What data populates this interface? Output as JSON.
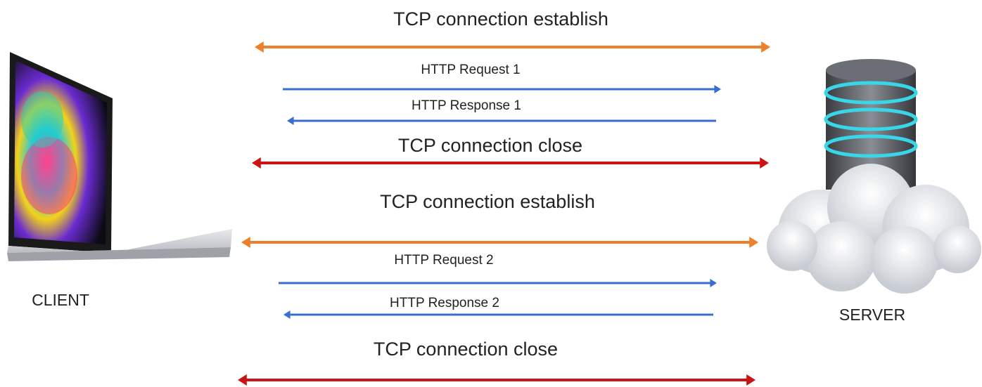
{
  "client": {
    "label": "CLIENT"
  },
  "server": {
    "label": "SERVER"
  },
  "colors": {
    "establish": "#f07f2c",
    "close": "#cc1212",
    "http": "#3a6dd0"
  },
  "messages": [
    {
      "id": "tcp-establish-1",
      "kind": "establish",
      "text": "TCP connection establish",
      "direction": "both"
    },
    {
      "id": "http-request-1",
      "kind": "http",
      "text": "HTTP Request 1",
      "direction": "to-server"
    },
    {
      "id": "http-response-1",
      "kind": "http",
      "text": "HTTP Response 1",
      "direction": "to-client"
    },
    {
      "id": "tcp-close-1",
      "kind": "close",
      "text": "TCP connection close",
      "direction": "both"
    },
    {
      "id": "tcp-establish-2",
      "kind": "establish",
      "text": "TCP connection establish",
      "direction": "both"
    },
    {
      "id": "http-request-2",
      "kind": "http",
      "text": "HTTP Request 2",
      "direction": "to-server"
    },
    {
      "id": "http-response-2",
      "kind": "http",
      "text": "HTTP Response 2",
      "direction": "to-client"
    },
    {
      "id": "tcp-close-2",
      "kind": "close",
      "text": "TCP connection close",
      "direction": "both"
    }
  ]
}
